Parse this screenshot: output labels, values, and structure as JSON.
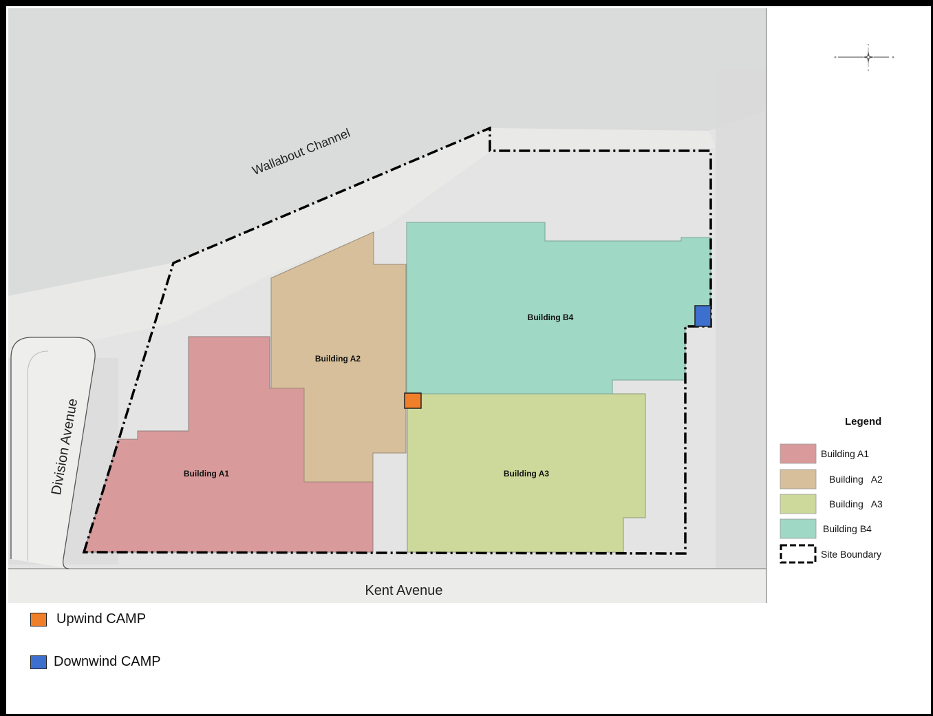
{
  "map": {
    "streets": {
      "channel": "Wallabout Channel",
      "division": "Division Avenue",
      "kent": "Kent Avenue"
    },
    "buildings": [
      {
        "id": "a1",
        "label": "Building A1",
        "color": "#d99a9b"
      },
      {
        "id": "a2",
        "label": "Building A2",
        "color": "#d6bf9a"
      },
      {
        "id": "a3",
        "label": "Building A3",
        "color": "#cdd99b"
      },
      {
        "id": "b4",
        "label": "Building B4",
        "color": "#9fd8c4"
      }
    ],
    "camp_colors": {
      "upwind": "#f07f2a",
      "downwind": "#3d6fcf"
    },
    "compass_icon": "compass-rose-icon"
  },
  "legend": {
    "title": "Legend",
    "items": [
      {
        "label": "Building A1",
        "color": "#d99a9b"
      },
      {
        "label": "Building   A2",
        "color": "#d6bf9a"
      },
      {
        "label": "Building   A3",
        "color": "#cdd99b"
      },
      {
        "label": "Building B4",
        "color": "#9fd8c4"
      },
      {
        "label": "Site Boundary",
        "color": "#000000"
      }
    ]
  },
  "camp": {
    "upwind": {
      "label": "Upwind CAMP",
      "color": "#f07f2a"
    },
    "downwind": {
      "label": "Downwind CAMP",
      "color": "#3d6fcf"
    }
  }
}
